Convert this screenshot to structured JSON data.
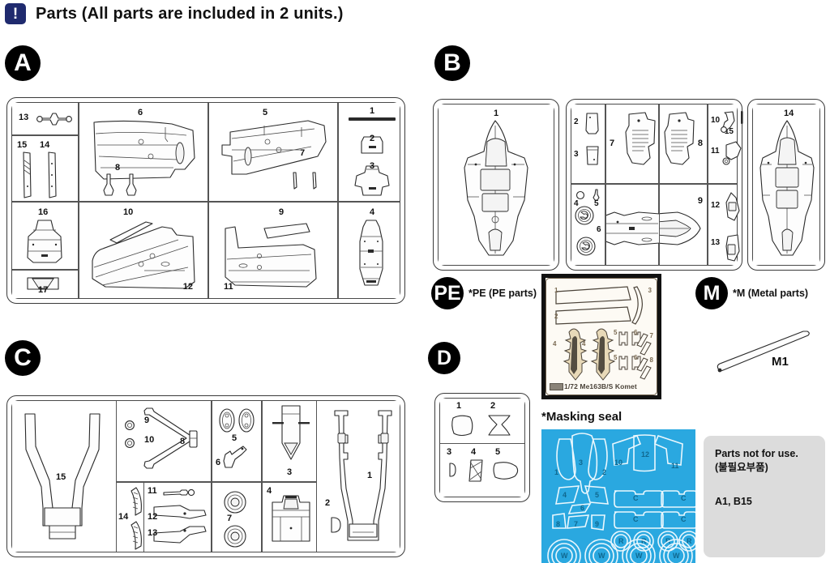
{
  "header": {
    "icon": "exclamation-icon",
    "title": "Parts (All parts are included in 2 units.)"
  },
  "sprues": [
    {
      "id": "A",
      "badge": "A",
      "parts": [
        "13",
        "15",
        "14",
        "8",
        "6",
        "5",
        "7",
        "1",
        "2",
        "3",
        "16",
        "10",
        "12",
        "9",
        "11",
        "4",
        "17"
      ]
    },
    {
      "id": "B",
      "badge": "B",
      "parts": [
        "1",
        "2",
        "3",
        "7",
        "8",
        "10",
        "15",
        "11",
        "4",
        "5",
        "6",
        "9",
        "12",
        "13",
        "14"
      ]
    },
    {
      "id": "C",
      "badge": "C",
      "parts": [
        "15",
        "9",
        "10",
        "8",
        "5",
        "6",
        "3",
        "1",
        "2",
        "14",
        "11",
        "12",
        "13",
        "7",
        "4"
      ]
    },
    {
      "id": "D",
      "badge": "D",
      "parts": [
        "1",
        "2",
        "3",
        "4",
        "5"
      ]
    }
  ],
  "pe": {
    "badge": "PE",
    "note": "*PE (PE parts)",
    "caption": "1/72 Me163B/S Komet",
    "parts": [
      "1",
      "2",
      "3",
      "4",
      "4",
      "5",
      "6",
      "5",
      "6",
      "7",
      "8"
    ]
  },
  "metal": {
    "badge": "M",
    "note": "*M (Metal parts)",
    "part_label": "M1"
  },
  "masking": {
    "title": "*Masking seal",
    "numbers": [
      "1",
      "3",
      "2",
      "10",
      "12",
      "11",
      "4",
      "5",
      "6",
      "8",
      "7",
      "9"
    ],
    "letters": {
      "canopy": [
        "C",
        "C",
        "C",
        "C"
      ],
      "ring": [
        "R",
        "R",
        "R",
        "R"
      ],
      "wheel": [
        "W",
        "W",
        "W",
        "W"
      ]
    },
    "color": "#2aa8e0"
  },
  "not_for_use": {
    "line1": "Parts not for use.",
    "line2": "(불필요부품)",
    "parts": "A1, B15",
    "bg": "#dcdcdc"
  }
}
